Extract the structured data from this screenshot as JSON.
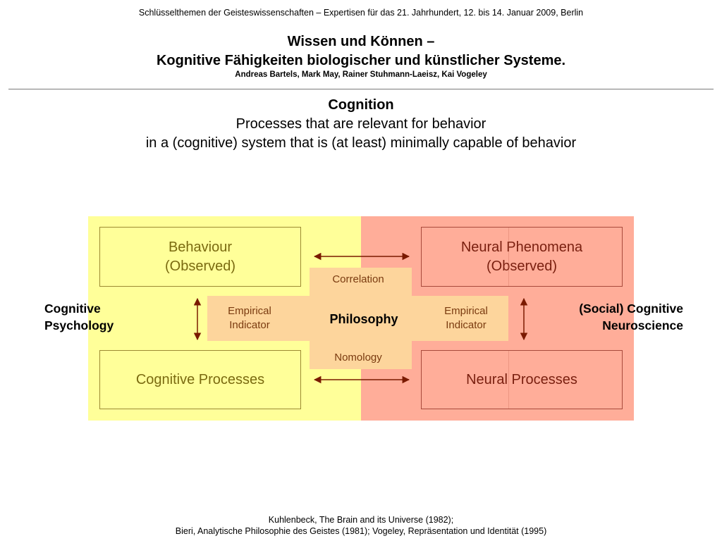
{
  "header": {
    "conference_line": "Schlüsselthemen der Geisteswissenschaften – Expertisen für das 21. Jahrhundert, 12. bis 14. Januar 2009, Berlin",
    "title_line1": "Wissen und Können –",
    "title_line2": "Kognitive Fähigkeiten biologischer und künstlicher Systeme.",
    "authors": "Andreas Bartels, Mark May, Rainer Stuhmann-Laeisz, Kai Vogeley"
  },
  "definition": {
    "heading": "Cognition",
    "line1": "Processes that are relevant for behavior",
    "line2": "in a (cognitive) system that is (at least) minimally capable of behavior"
  },
  "diagram": {
    "left_side_label": [
      "Cognitive",
      "Psychology"
    ],
    "right_side_label": [
      "(Social) Cognitive",
      "Neuroscience"
    ],
    "boxes": {
      "behaviour": [
        "Behaviour",
        "(Observed)"
      ],
      "cognitive_processes": "Cognitive Processes",
      "neural_phenomena": [
        "Neural Phenomena",
        "(Observed)"
      ],
      "neural_processes": "Neural Processes"
    },
    "center": {
      "correlation": "Correlation",
      "philosophy": "Philosophy",
      "nomology": "Nomology",
      "empirical_indicator_left": [
        "Empirical",
        "Indicator"
      ],
      "empirical_indicator_right": [
        "Empirical",
        "Indicator"
      ]
    },
    "colors": {
      "psychology_bg": "#ffff99",
      "neuroscience_bg": "#ffad99",
      "center_bg": "#fdd59c",
      "arrow": "#7a1a00"
    }
  },
  "references": {
    "line1": "Kuhlenbeck, The Brain and its Universe (1982);",
    "line2": "Bieri, Analytische Philosophie des Geistes (1981); Vogeley, Repräsentation und Identität (1995)"
  }
}
